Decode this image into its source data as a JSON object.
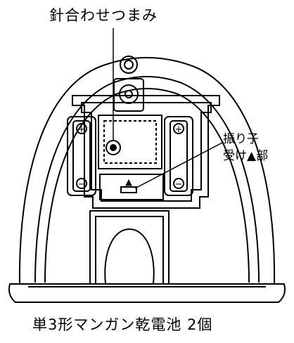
{
  "labels": {
    "hand_setting_knob": "針合わせつまみ",
    "pendulum_receiver_line1": "振り子",
    "pendulum_receiver_line2": "受け▲部",
    "battery_note": "単3形マンガン乾電池 2個"
  },
  "battery_symbols": {
    "positive": "+",
    "negative": "−"
  },
  "colors": {
    "line": "#000000",
    "background": "#ffffff"
  }
}
